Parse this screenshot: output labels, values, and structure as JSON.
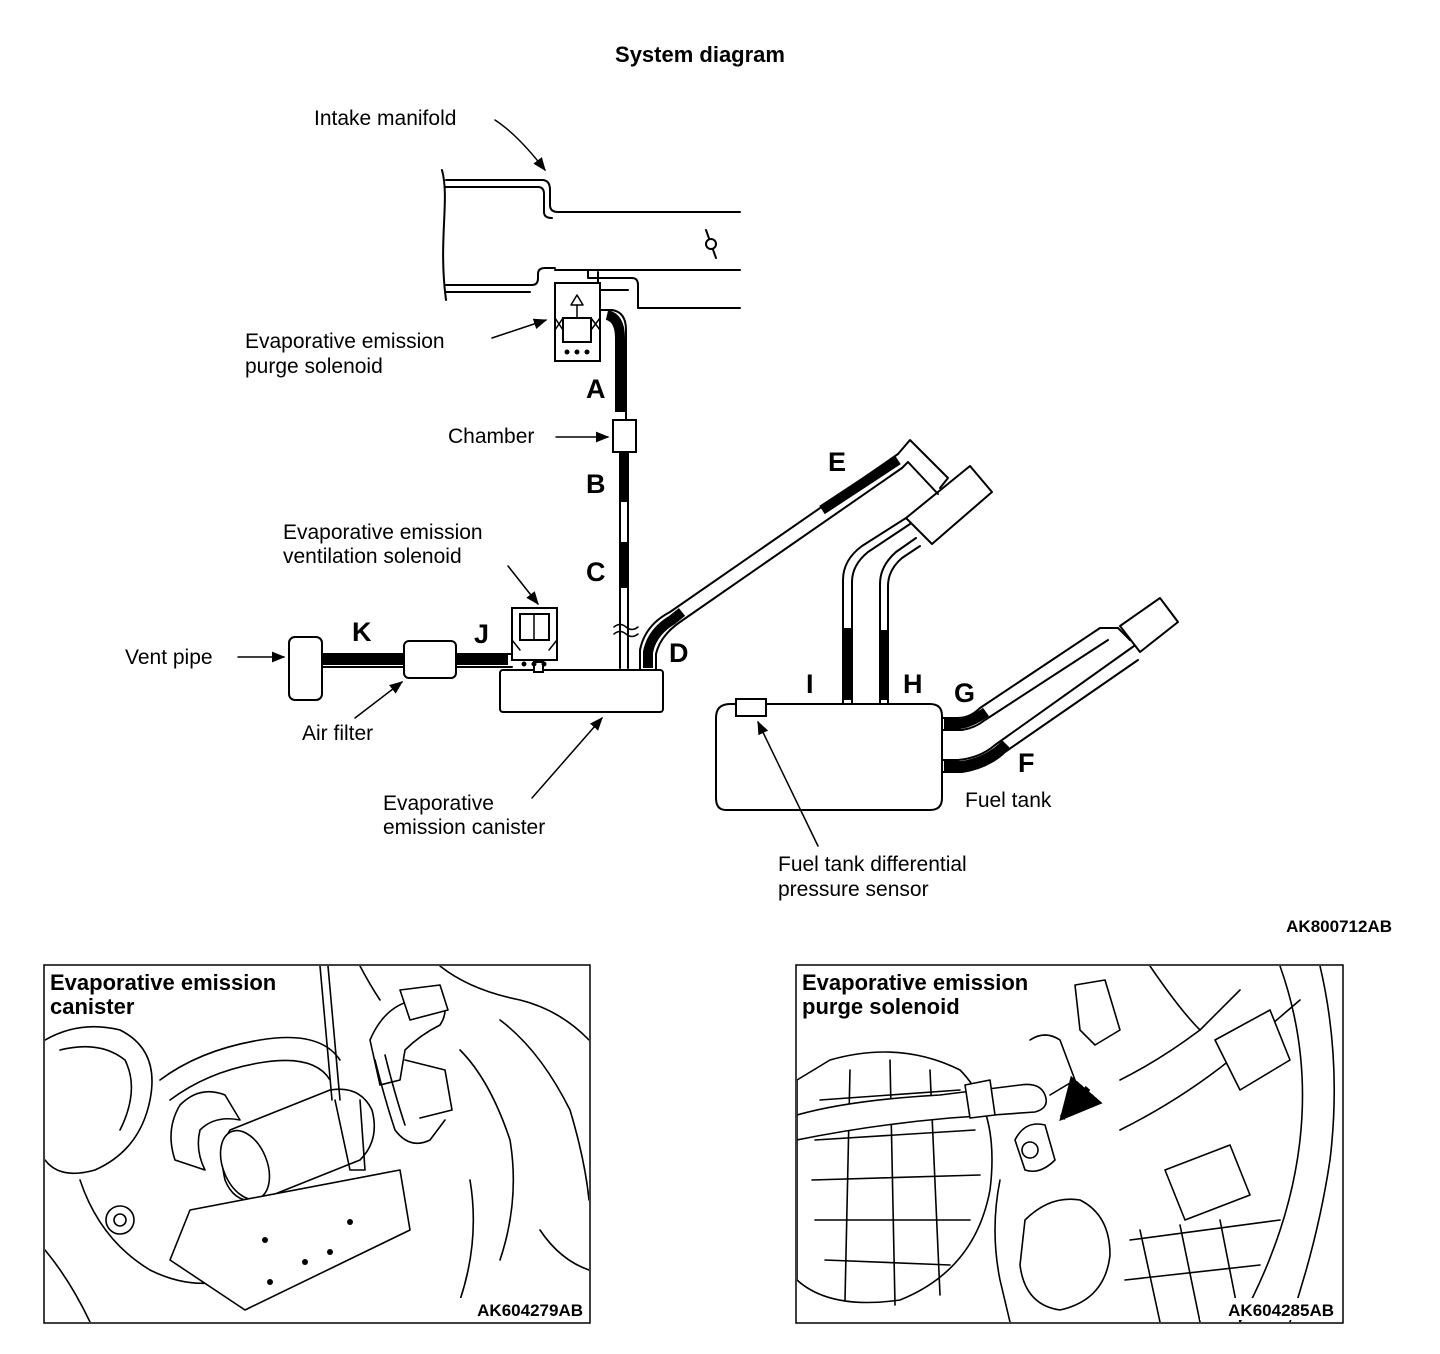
{
  "system_diagram": {
    "title": "System diagram",
    "labels": {
      "intake_manifold": "Intake manifold",
      "purge_solenoid": [
        "Evaporative emission",
        "purge solenoid"
      ],
      "chamber": "Chamber",
      "ventilation_solenoid": [
        "Evaporative emission",
        "ventilation solenoid"
      ],
      "vent_pipe": "Vent pipe",
      "air_filter": "Air filter",
      "canister": [
        "Evaporative",
        "emission canister"
      ],
      "fuel_tank": "Fuel tank",
      "pressure_sensor": [
        "Fuel tank differential",
        "pressure sensor"
      ]
    },
    "hose_letters": [
      "A",
      "B",
      "C",
      "D",
      "E",
      "F",
      "G",
      "H",
      "I",
      "J",
      "K"
    ],
    "figure_code": "AK800712AB"
  },
  "photos": [
    {
      "title": [
        "Evaporative emission",
        "canister"
      ],
      "code": "AK604279AB"
    },
    {
      "title": [
        "Evaporative emission",
        "purge solenoid"
      ],
      "code": "AK604285AB"
    }
  ]
}
